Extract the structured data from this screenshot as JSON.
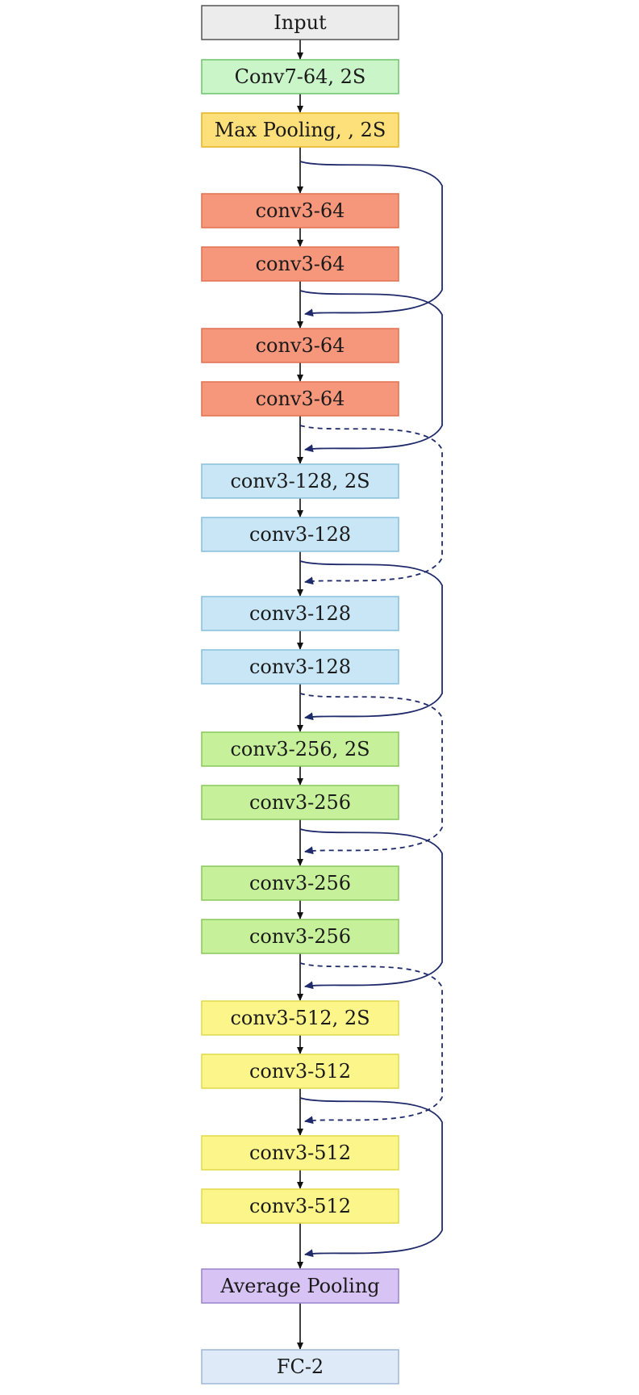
{
  "layers": [
    {
      "label": "Input",
      "style": "input"
    },
    {
      "label": "Conv7-64, 2S",
      "style": "conv7"
    },
    {
      "label": "Max Pooling, , 2S",
      "style": "maxpool"
    },
    {
      "label": "conv3-64",
      "style": "c64"
    },
    {
      "label": "conv3-64",
      "style": "c64"
    },
    {
      "label": "conv3-64",
      "style": "c64"
    },
    {
      "label": "conv3-64",
      "style": "c64"
    },
    {
      "label": "conv3-128, 2S",
      "style": "c128"
    },
    {
      "label": "conv3-128",
      "style": "c128"
    },
    {
      "label": "conv3-128",
      "style": "c128"
    },
    {
      "label": "conv3-128",
      "style": "c128"
    },
    {
      "label": "conv3-256, 2S",
      "style": "c256"
    },
    {
      "label": "conv3-256",
      "style": "c256"
    },
    {
      "label": "conv3-256",
      "style": "c256"
    },
    {
      "label": "conv3-256",
      "style": "c256"
    },
    {
      "label": "conv3-512, 2S",
      "style": "c512"
    },
    {
      "label": "conv3-512",
      "style": "c512"
    },
    {
      "label": "conv3-512",
      "style": "c512"
    },
    {
      "label": "conv3-512",
      "style": "c512"
    },
    {
      "label": "Average Pooling",
      "style": "avgpool"
    },
    {
      "label": "FC-2",
      "style": "fc"
    }
  ],
  "styles": {
    "input": {
      "fill": "#ececec",
      "stroke": "#555555"
    },
    "conv7": {
      "fill": "#c9f5c8",
      "stroke": "#6cc46a"
    },
    "maxpool": {
      "fill": "#fde07a",
      "stroke": "#e3b320"
    },
    "c64": {
      "fill": "#f6967a",
      "stroke": "#e0704f"
    },
    "c128": {
      "fill": "#c8e6f6",
      "stroke": "#86bfdc"
    },
    "c256": {
      "fill": "#c6f19a",
      "stroke": "#88c75a"
    },
    "c512": {
      "fill": "#fbf58a",
      "stroke": "#e2d94a"
    },
    "avgpool": {
      "fill": "#d8c4f4",
      "stroke": "#9a82cc"
    },
    "fc": {
      "fill": "#dfeaf8",
      "stroke": "#9fb7d6"
    }
  },
  "connections": [
    {
      "from_layer": 2,
      "to_layer": 5,
      "type": "identity"
    },
    {
      "from_layer": 4,
      "to_layer": 7,
      "type": "identity"
    },
    {
      "from_layer": 6,
      "to_layer": 9,
      "type": "projection"
    },
    {
      "from_layer": 8,
      "to_layer": 11,
      "type": "identity"
    },
    {
      "from_layer": 10,
      "to_layer": 13,
      "type": "projection"
    },
    {
      "from_layer": 12,
      "to_layer": 15,
      "type": "identity"
    },
    {
      "from_layer": 14,
      "to_layer": 17,
      "type": "projection"
    },
    {
      "from_layer": 16,
      "to_layer": 19,
      "type": "identity"
    }
  ],
  "colors": {
    "arrow": "#111111",
    "skip": "#1f2a6b"
  }
}
